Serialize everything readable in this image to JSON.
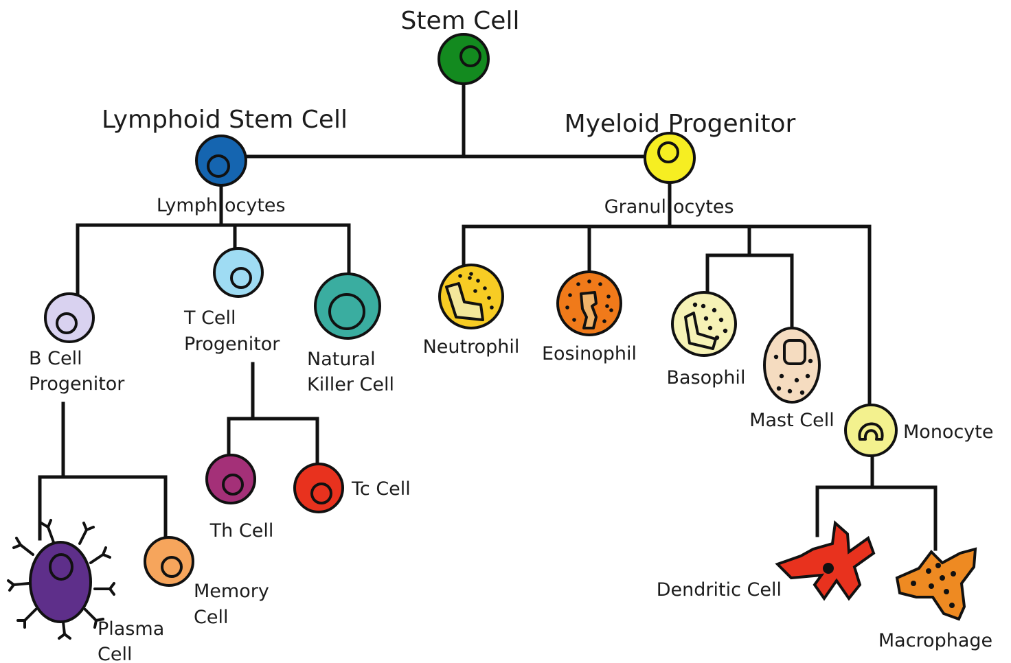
{
  "labels": {
    "stem_cell": "Stem Cell",
    "lymphoid_stem_cell": "Lymphoid Stem Cell",
    "myeloid_progenitor": "Myeloid Progenitor",
    "lymphocytes_a": "Lymph",
    "lymphocytes_b": "ocytes",
    "granulocytes_a": "Granul",
    "granulocytes_b": "ocytes",
    "b_cell_progenitor_1": "B Cell",
    "b_cell_progenitor_2": "Progenitor",
    "t_cell_progenitor_1": "T Cell",
    "t_cell_progenitor_2": "Progenitor",
    "natural_killer_1": "Natural",
    "natural_killer_2": "Killer Cell",
    "neutrophil": "Neutrophil",
    "eosinophil": "Eosinophil",
    "basophil": "Basophil",
    "mast_cell": "Mast Cell",
    "monocyte": "Monocyte",
    "th_cell": "Th Cell",
    "tc_cell": "Tc Cell",
    "plasma_cell_1": "Plasma",
    "plasma_cell_2": "Cell",
    "memory_cell_1": "Memory",
    "memory_cell_2": "Cell",
    "dendritic_cell": "Dendritic Cell",
    "macrophage": "Macrophage"
  },
  "colors": {
    "stem_cell": "#138a1f",
    "lymphoid_stem_cell": "#1565b0",
    "myeloid_progenitor": "#f6ee22",
    "b_cell_progenitor": "#d9d2f0",
    "t_cell_progenitor": "#9fdcf3",
    "natural_killer": "#3aada0",
    "neutrophil": "#f7cc24",
    "eosinophil": "#f07a1a",
    "basophil": "#f6f2b6",
    "mast_cell": "#f5dcc0",
    "monocyte": "#f3f18e",
    "th_cell": "#a43078",
    "tc_cell": "#e8321e",
    "plasma_cell": "#5e2f8a",
    "memory_cell": "#f6a55c",
    "dendritic_cell": "#e8321e",
    "macrophage": "#ee8a22"
  }
}
